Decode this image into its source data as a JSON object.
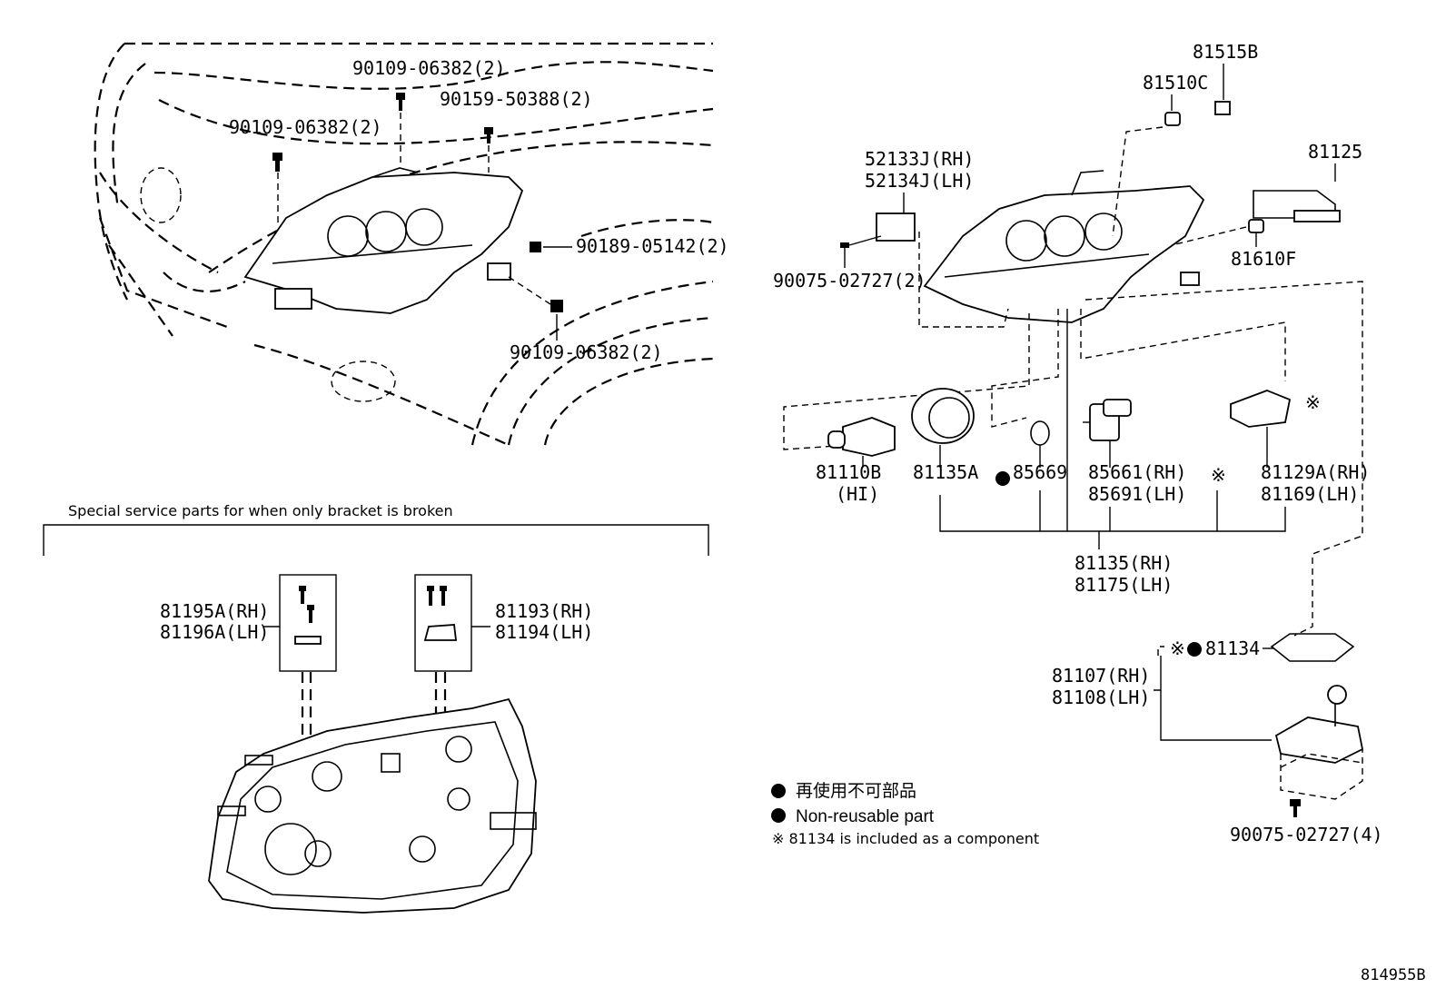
{
  "diagram_code": "814955B",
  "special_section": {
    "title": "Special service parts for when only bracket is broken"
  },
  "legend": {
    "jp": "再使用不可部品",
    "en": "Non-reusable part",
    "note": "※ 81134 is included as a component"
  },
  "left_labels": {
    "bolt_top": "90109-06382(2)",
    "screw_top": "90159-50388(2)",
    "bolt_left": "90109-06382(2)",
    "nut_right": "90189-05142(2)",
    "bolt_bottom": "90109-06382(2)"
  },
  "bracket_labels": {
    "b1_rh": "81195A(RH)",
    "b1_lh": "81196A(LH)",
    "b2_rh": "81193(RH)",
    "b2_lh": "81194(LH)"
  },
  "right_labels": {
    "cap": "81515B",
    "cover": "81510C",
    "socket_rh": "52133J(RH)",
    "socket_lh": "52134J(LH)",
    "wire": "81125",
    "cover2": "81610F",
    "screw": "90075-02727(2)",
    "bulb": "81110B",
    "bulb_sub": "(HI)",
    "cap_bulb": "81135A",
    "oring": "85669",
    "motor_rh": "85661(RH)",
    "motor_lh": "85691(LH)",
    "ref_mark": "※",
    "actuator_rh": "81129A(RH)",
    "actuator_lh": "81169(LH)",
    "assy_rh": "81135(RH)",
    "assy_lh": "81175(LH)",
    "gasket_mark": "※",
    "gasket": "81134",
    "ballast_rh": "81107(RH)",
    "ballast_lh": "81108(LH)",
    "screw2": "90075-02727(4)"
  }
}
